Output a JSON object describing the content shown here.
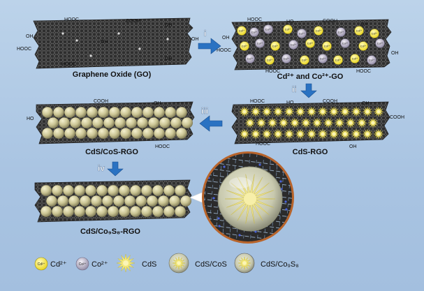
{
  "labels": {
    "go": "Graphene Oxide (GO)",
    "cd_co_go": "Cd²⁺ and Co²⁺-GO",
    "cds_rgo": "CdS-RGO",
    "cds_cos_rgo": "CdS/CoS-RGO",
    "cds_co9s8_rgo": "CdS/Co₉S₈-RGO"
  },
  "steps": {
    "i": "i",
    "ii": "ii",
    "iii": "iii",
    "iv": "iv"
  },
  "groups": {
    "cooh": "COOH",
    "hooc": "HOOC",
    "oh": "OH",
    "ho": "HO"
  },
  "ion_labels": {
    "cd": "Cd²⁺",
    "co": "Co²⁺"
  },
  "legend": {
    "cd": "Cd²⁺",
    "co": "Co²⁺",
    "cds": "CdS",
    "cds_cos": "CdS/CoS",
    "cds_co9s8": "CdS/Co₉S₈"
  },
  "colors": {
    "background": "#b3cbe6",
    "sheet": "#2f2f2f",
    "arrow": "#2a72c2",
    "cd_ion": "#f3ea3c",
    "co_ion": "#b9b2c9",
    "cds_star": "#f2e77a",
    "sphere": "#c9c39a",
    "zoom_ring": "#b8642b"
  },
  "icons": [
    "arrow-right-icon",
    "arrow-down-icon",
    "arrow-left-icon",
    "cd-ion-icon",
    "co-ion-icon",
    "cds-star-icon",
    "sphere-icon"
  ]
}
